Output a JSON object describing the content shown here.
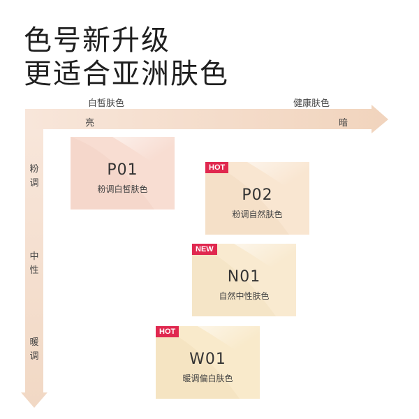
{
  "headline": {
    "line1": "色号新升级",
    "line2": "更适合亚洲肤色"
  },
  "axis": {
    "top_left_label": "白皙肤色",
    "top_right_label": "健康肤色",
    "brightness_left": "亮",
    "brightness_right": "暗",
    "tone_pink": "粉调",
    "tone_neutral": "中性",
    "tone_warm": "暖调"
  },
  "swatches": [
    {
      "code": "P01",
      "desc": "粉调白皙肤色",
      "badge": "",
      "color": "#f8ddd2"
    },
    {
      "code": "P02",
      "desc": "粉调自然肤色",
      "badge": "HOT",
      "color": "#f9e6d1"
    },
    {
      "code": "N01",
      "desc": "自然中性肤色",
      "badge": "NEW",
      "color": "#f9ead0"
    },
    {
      "code": "W01",
      "desc": "暖调偏白肤色",
      "badge": "HOT",
      "color": "#f9eacb"
    }
  ],
  "colors": {
    "badge": "#e0284f",
    "arrow_start": "#f6e0d3",
    "arrow_end": "#f3dcc6"
  }
}
